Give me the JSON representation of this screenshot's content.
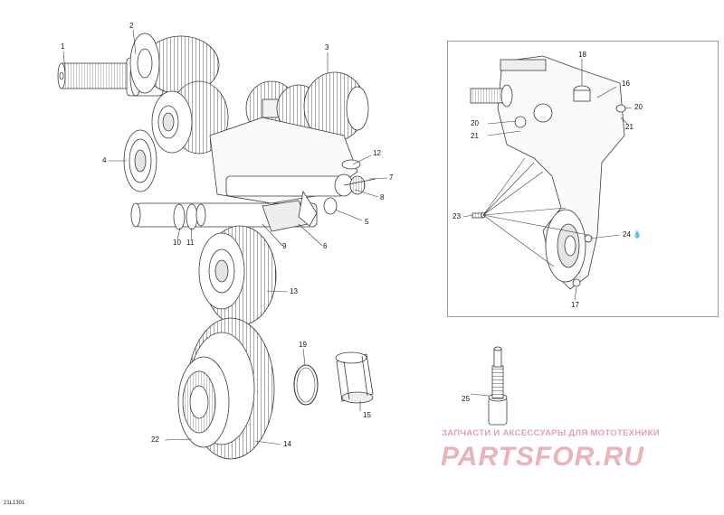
{
  "diagram": {
    "reference_code": "21L1301",
    "callouts": {
      "c1": "1",
      "c2": "2",
      "c3": "3",
      "c4": "4",
      "c5": "5",
      "c6": "6",
      "c7": "7",
      "c8": "8",
      "c9": "9",
      "c10": "10",
      "c11": "11",
      "c12": "12",
      "c13": "13",
      "c14": "14",
      "c15": "15",
      "c16": "16",
      "c17": "17",
      "c18": "18",
      "c19": "19",
      "c20a": "20",
      "c20b": "20",
      "c21a": "21",
      "c21b": "21",
      "c22": "22",
      "c23": "23",
      "c24": "24",
      "c25": "25"
    }
  },
  "watermark": {
    "tagline": "ЗАПЧАСТИ И АКСЕССУАРЫ ДЛЯ МОТОТЕХНИКИ",
    "logo": "PARTSFOR.RU"
  },
  "colors": {
    "line": "#3a3a3a",
    "fill": "#ffffff",
    "shade": "#e4e4e4",
    "watermark": "#e9b3b8"
  }
}
